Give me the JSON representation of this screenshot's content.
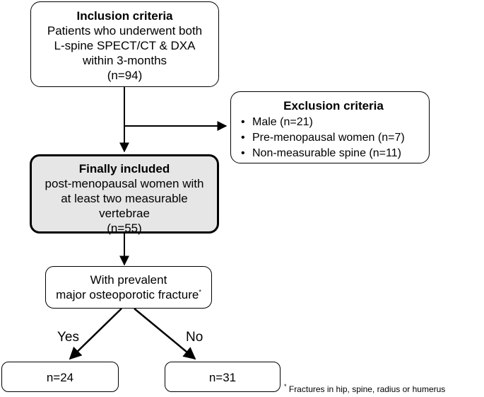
{
  "inclusion": {
    "title": "Inclusion criteria",
    "lines": [
      "Patients who underwent both",
      "L-spine SPECT/CT & DXA",
      "within 3-months",
      "(n=94)"
    ]
  },
  "exclusion": {
    "title": "Exclusion criteria",
    "items": [
      "Male (n=21)",
      "Pre-menopausal women (n=7)",
      "Non-measurable spine (n=11)"
    ]
  },
  "included": {
    "title": "Finally included",
    "lines": [
      "post-menopausal women with",
      "at least two measurable",
      "vertebrae",
      "(n=55)"
    ]
  },
  "fracture": {
    "line1": "With prevalent",
    "line2": "major osteoporotic fracture",
    "marker": "*"
  },
  "branches": {
    "yes": "Yes",
    "no": "No"
  },
  "outcomes": {
    "yes_n": "n=24",
    "no_n": "n=31"
  },
  "footnote": {
    "marker": "*",
    "text": "Fractures in hip, spine, radius or humerus"
  }
}
